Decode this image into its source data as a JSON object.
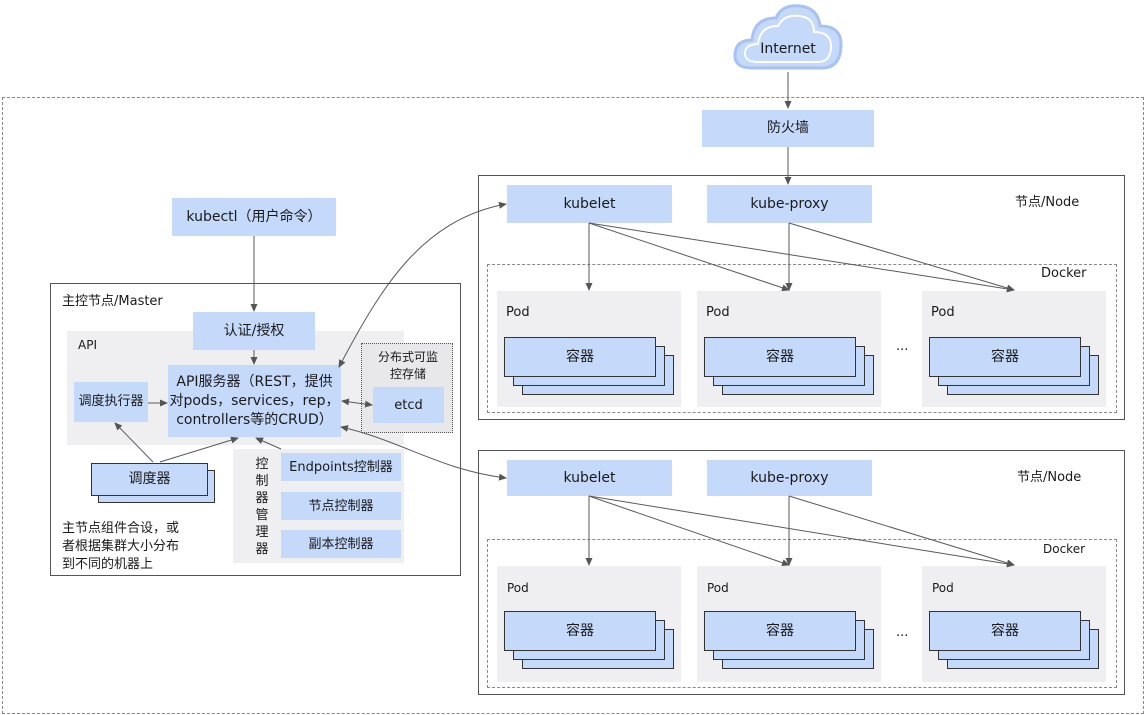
{
  "internet": "Internet",
  "firewall": "防火墙",
  "kubectl": "kubectl（用户命令）",
  "master": {
    "title": "主控节点/Master",
    "auth": "认证/授权",
    "api_label": "API",
    "api_server_line1": "API服务器（REST，提供",
    "api_server_line2": "对pods，services，rep，",
    "api_server_line3": "controllers等的CRUD）",
    "sched_exec": "调度执行器",
    "scheduler": "调度器",
    "etcd_title": "分布式可监控存储",
    "etcd": "etcd",
    "cm_title_chars": [
      "控",
      "制",
      "器",
      "管",
      "理",
      "器"
    ],
    "controllers": [
      "Endpoints控制器",
      "节点控制器",
      "副本控制器"
    ],
    "note_lines": [
      "主节点组件合设，或",
      "者根据集群大小分布",
      "到不同的机器上"
    ]
  },
  "nodes": [
    {
      "title": "节点/Node",
      "kubelet": "kubelet",
      "kube_proxy": "kube-proxy",
      "docker": "Docker",
      "pods": [
        {
          "label": "Pod",
          "container": "容器"
        },
        {
          "label": "Pod",
          "container": "容器"
        },
        {
          "label": "Pod",
          "container": "容器"
        }
      ],
      "ellipsis": "..."
    },
    {
      "title": "节点/Node",
      "kubelet": "kubelet",
      "kube_proxy": "kube-proxy",
      "docker": "Docker",
      "pods": [
        {
          "label": "Pod",
          "container": "容器"
        },
        {
          "label": "Pod",
          "container": "容器"
        },
        {
          "label": "Pod",
          "container": "容器"
        }
      ],
      "ellipsis": "..."
    }
  ]
}
